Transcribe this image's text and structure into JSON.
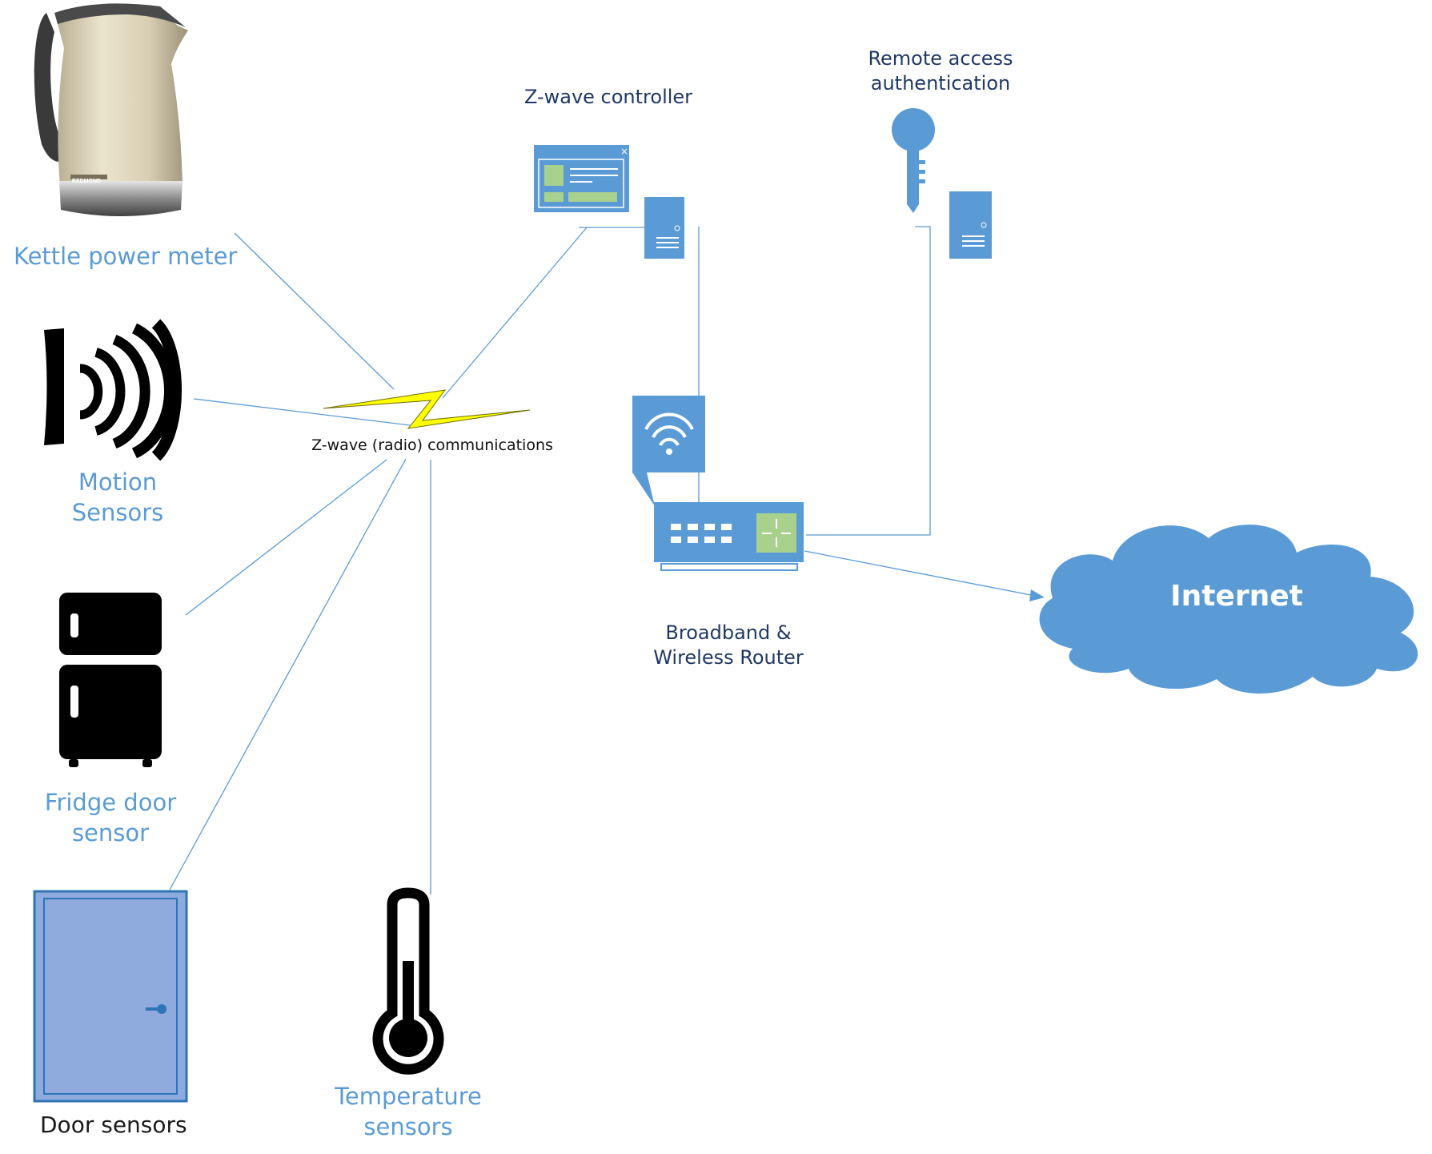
{
  "labels": {
    "kettle": "Kettle power meter",
    "motion": [
      "Motion",
      "Sensors"
    ],
    "fridge": [
      "Fridge door",
      "sensor"
    ],
    "door": "Door sensors",
    "temperature": [
      "Temperature",
      "sensors"
    ],
    "zwave_comms": "Z-wave (radio) communications",
    "zwave_controller": "Z-wave controller",
    "remote_access": [
      "Remote access",
      "authentication"
    ],
    "router": [
      "Broadband &",
      "Wireless Router"
    ],
    "internet": "Internet",
    "kettle_brand": "REDMOND"
  },
  "colors": {
    "accent_blue": "#5b9bd5",
    "connector_line": "#5b9bd5",
    "label_light": "#5b9bd5",
    "label_dark": "#1f3864",
    "panel_green": "#a9d18e",
    "bolt_yellow": "#ffff00",
    "door_fill": "#8faadc",
    "cloud_fill": "#5b9bd5"
  },
  "icons": [
    "kettle-icon",
    "motion-sensor-icon",
    "fridge-icon",
    "door-icon",
    "thermometer-icon",
    "lightning-bolt-icon",
    "controller-window-icon",
    "server-icon",
    "key-icon",
    "wifi-icon",
    "router-icon",
    "cloud-icon"
  ]
}
